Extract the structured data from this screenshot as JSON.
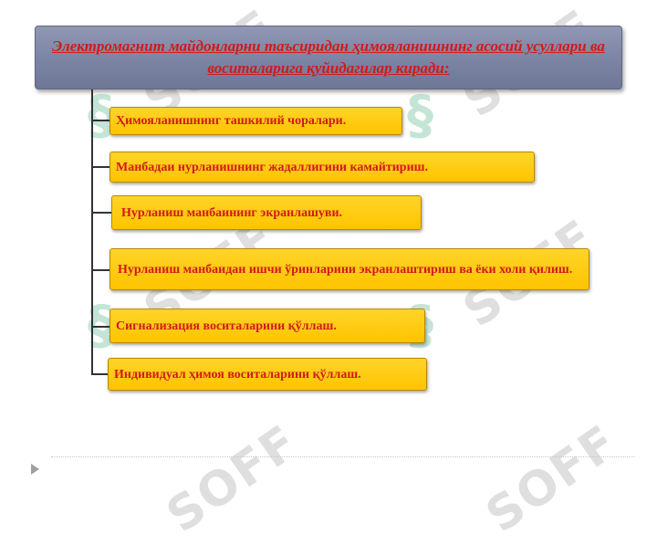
{
  "header": {
    "title": "Электромагнит майдонларни таъсиридан ҳимояланишнинг асосий усуллари ва воситаларига қуйидагилар киради:"
  },
  "items": [
    {
      "label": "Ҳимояланишнинг ташкилий чоралари."
    },
    {
      "label": "Манбадаи нурланишнинг жадаллигини камайтириш."
    },
    {
      "label": "Нурланиш манбаининг экранлашуви."
    },
    {
      "label": "Нурланиш манбаидан ишчи ўринларини экранлаштириш ва ёки холи қилиш."
    },
    {
      "label": "Сигнализация воситаларини қўллаш."
    },
    {
      "label": "Индивидуал ҳимоя воситаларини қўллаш."
    }
  ],
  "watermark": {
    "text": "SOFF"
  },
  "icons": {
    "nav_arrow": "play-arrow-icon"
  },
  "colors": {
    "box_fill": "#ffc400",
    "text": "#d11a1a",
    "header_fill": "#7b84a3"
  }
}
